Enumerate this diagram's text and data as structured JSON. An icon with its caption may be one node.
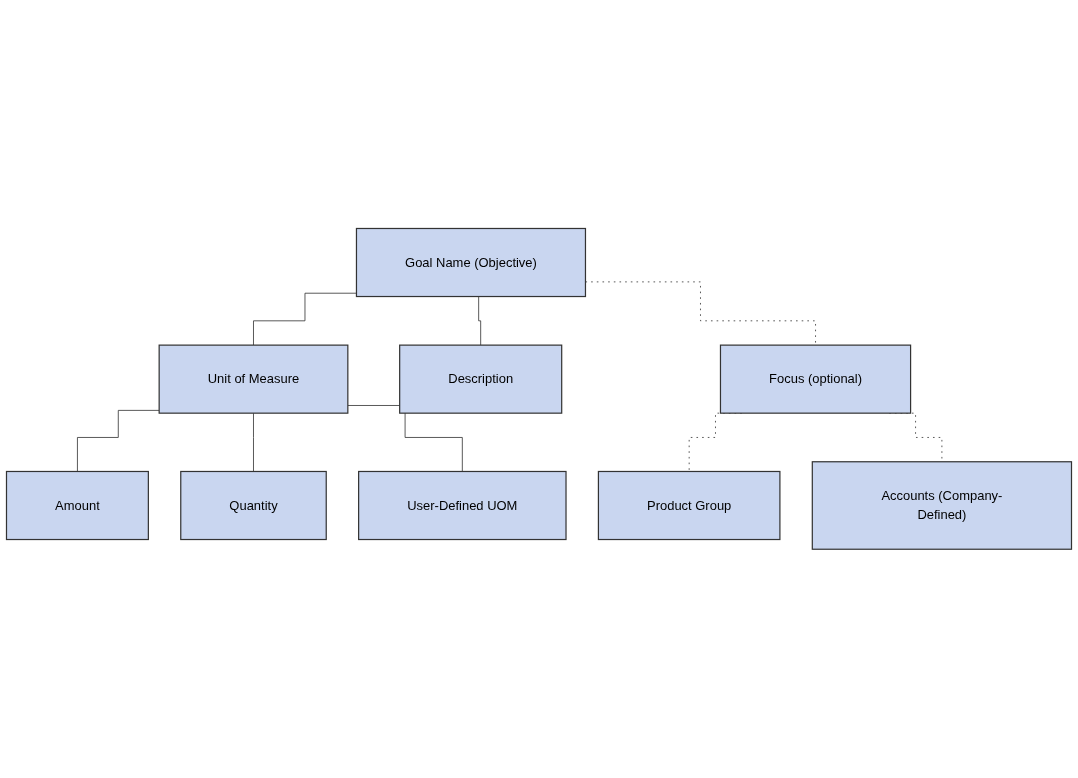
{
  "diagram": {
    "nodes": [
      {
        "text": [
          "Goal Name (Objective)"
        ]
      },
      {
        "text": [
          "Unit of Measure"
        ]
      },
      {
        "text": [
          "Description"
        ]
      },
      {
        "text": [
          "Focus (optional)"
        ]
      },
      {
        "text": [
          "Amount"
        ]
      },
      {
        "text": [
          "Quantity"
        ]
      },
      {
        "text": [
          "User-Defined UOM"
        ]
      },
      {
        "text": [
          "Product Group"
        ]
      },
      {
        "text": [
          "Accounts (Company-Defined)"
        ]
      }
    ],
    "edges": [
      {
        "from": 0,
        "to": 1,
        "arrow": "none"
      },
      {
        "from": 0,
        "to": 2,
        "arrow": "none"
      },
      {
        "from": 0,
        "to": 3,
        "arrow": "none",
        "style": "dashed"
      },
      {
        "from": 1,
        "to": 4,
        "arrow": "none"
      },
      {
        "from": 1,
        "to": 5,
        "arrow": "none"
      },
      {
        "from": 1,
        "to": 6,
        "arrow": "none"
      },
      {
        "from": 3,
        "to": 7,
        "arrow": "none",
        "style": "dashed"
      },
      {
        "from": 3,
        "to": 8,
        "arrow": "none",
        "style": "dashed"
      }
    ]
  }
}
